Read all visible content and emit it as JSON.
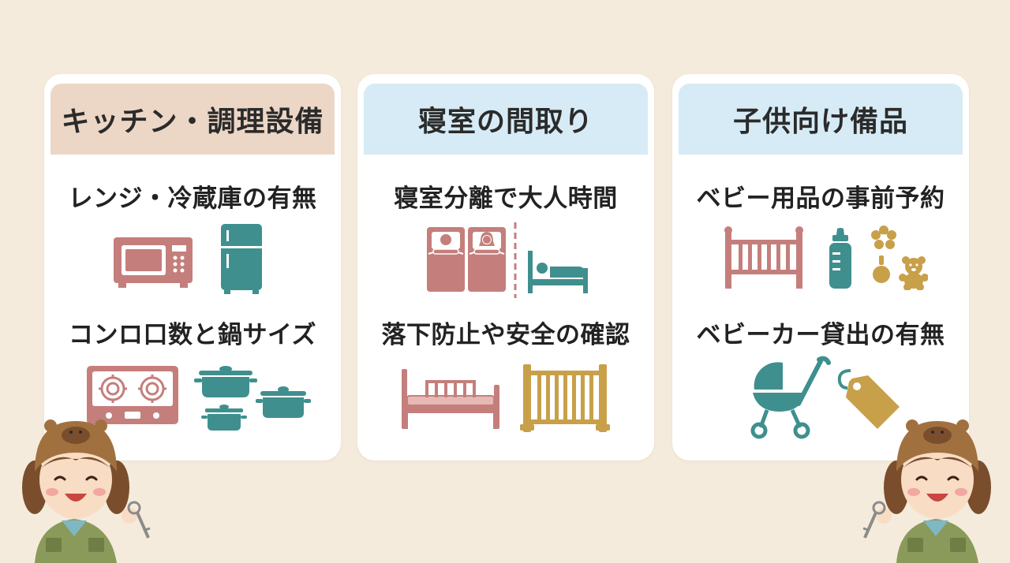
{
  "colors": {
    "background": "#f5ebdc",
    "header_kitchen": "#ecd7c6",
    "header_blue": "#d6ebf5",
    "rose": "#c47f7c",
    "teal": "#3f8f8f",
    "gold": "#c8a04a"
  },
  "cards": [
    {
      "title": "キッチン・調理設備",
      "items": [
        "レンジ・冷蔵庫の有無",
        "コンロ口数と鍋サイズ"
      ]
    },
    {
      "title": "寝室の間取り",
      "items": [
        "寝室分離で大人時間",
        "落下防止や安全の確認"
      ]
    },
    {
      "title": "子供向け備品",
      "items": [
        "ベビー用品の事前予約",
        "ベビーカー貸出の有無"
      ]
    }
  ],
  "icons": [
    "microwave-icon",
    "refrigerator-icon",
    "stove-icon",
    "pots-icon",
    "twin-beds-icon",
    "adult-bed-icon",
    "bed-rail-icon",
    "safety-gate-icon",
    "crib-icon",
    "baby-bottle-icon",
    "toys-icon",
    "stroller-icon",
    "rental-tag-icon"
  ]
}
